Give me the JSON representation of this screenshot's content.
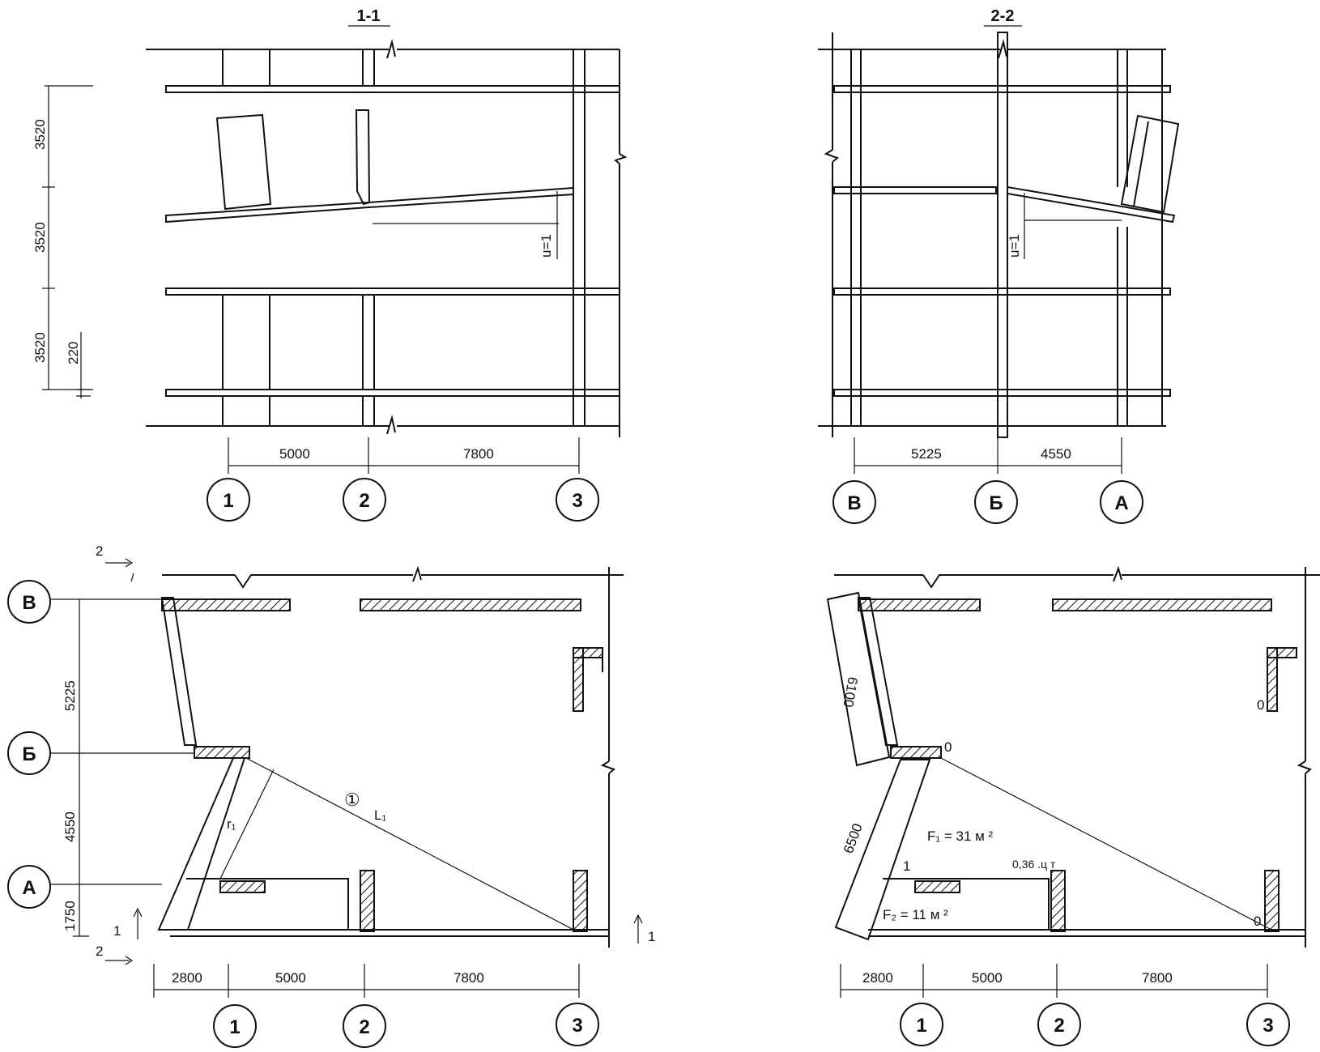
{
  "section_1": {
    "title": "1-1",
    "heights": [
      "3520",
      "3520",
      "3520",
      "220"
    ],
    "dims": [
      "5000",
      "7800"
    ],
    "axes": [
      "1",
      "2",
      "3"
    ],
    "deflection": "u=1"
  },
  "section_2": {
    "title": "2-2",
    "dims": [
      "5225",
      "4550"
    ],
    "axes": [
      "В",
      "Б",
      "А"
    ],
    "deflection": "u=1"
  },
  "plan_left": {
    "row_axes": [
      "В",
      "Б",
      "А"
    ],
    "row_dims": [
      "5225",
      "4550",
      "1750"
    ],
    "col_dims": [
      "2800",
      "5000",
      "7800"
    ],
    "col_axes": [
      "1",
      "2",
      "3"
    ],
    "cut_2": "2",
    "cut_1": "1",
    "line_marker": "①",
    "line_label": "L₁",
    "radius_label": "r₁"
  },
  "plan_right": {
    "col_dims": [
      "2800",
      "5000",
      "7800"
    ],
    "col_axes": [
      "1",
      "2",
      "3"
    ],
    "len_6100": "6100",
    "len_6500": "6500",
    "f1": "F₁ = 31 м ²",
    "f2": "F₂ = 11 м ²",
    "ct": "0,36 .ц т",
    "zero": "0",
    "one": "1"
  }
}
